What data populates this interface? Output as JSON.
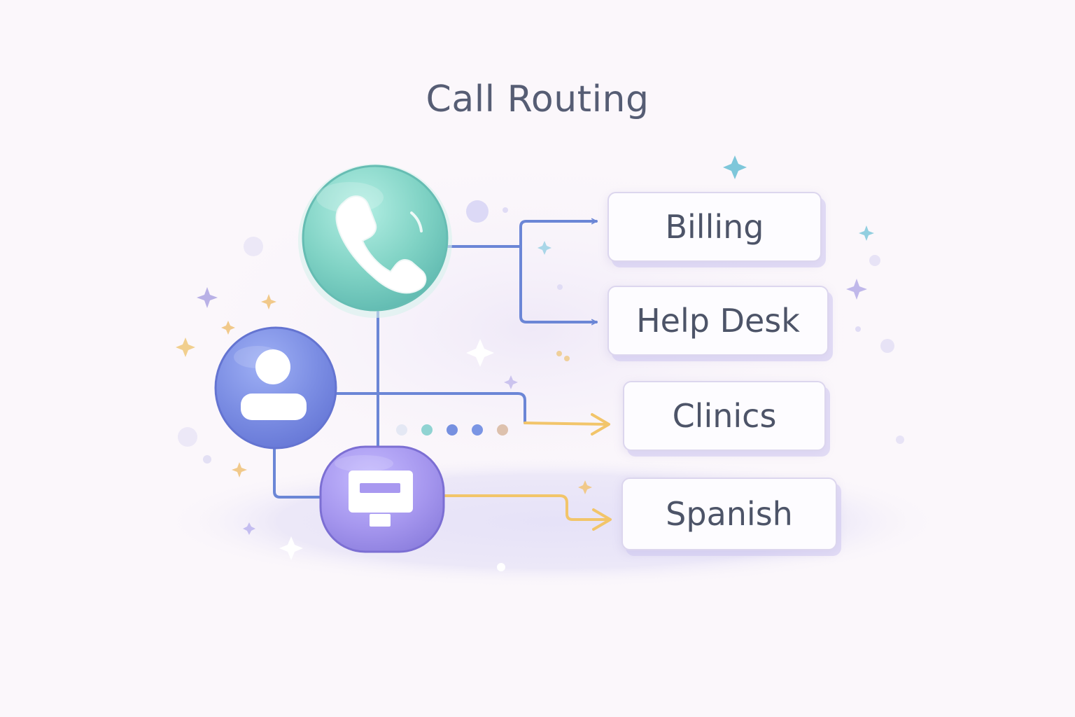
{
  "title": "Call Routing",
  "destinations": [
    {
      "label": "Billing"
    },
    {
      "label": "Help Desk"
    },
    {
      "label": "Clinics"
    },
    {
      "label": "Spanish"
    }
  ],
  "nodes": [
    {
      "icon": "phone-icon"
    },
    {
      "icon": "user-icon"
    },
    {
      "icon": "kiosk-icon"
    }
  ],
  "colors": {
    "background": "#fbf7fb",
    "title": "#565d74",
    "line_blue": "#6b86d6",
    "line_yellow": "#f2c56a",
    "phone_node": "#79d3c5",
    "user_node": "#7e8ee4",
    "kiosk_node": "#a89cf0"
  }
}
